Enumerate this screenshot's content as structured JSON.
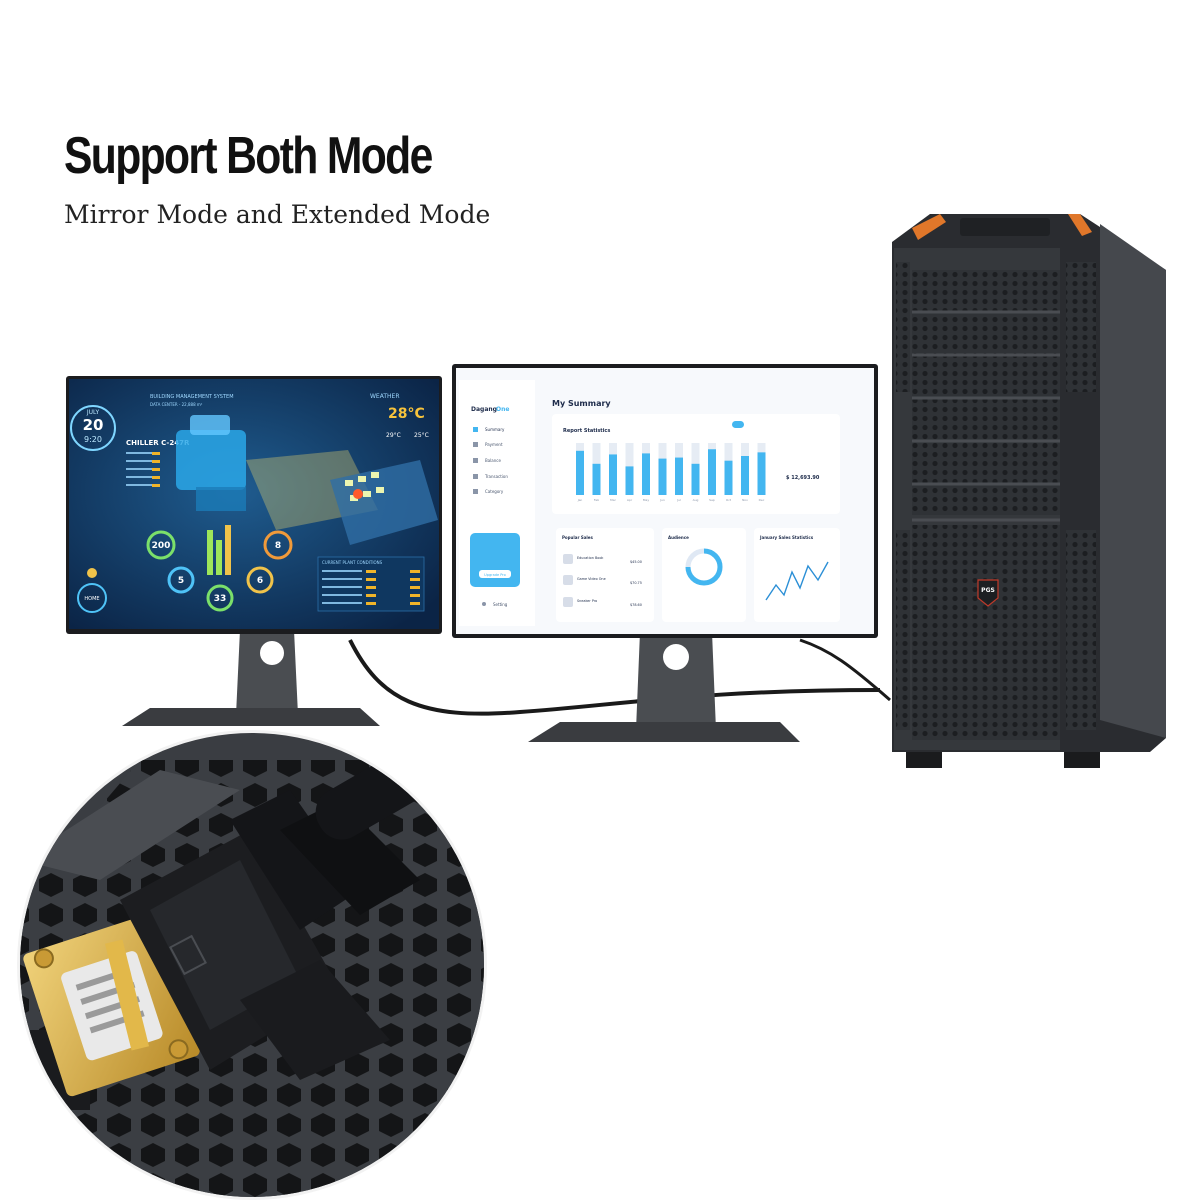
{
  "headline": "Support Both Mode",
  "subheadline": "Mirror Mode and Extended Mode",
  "left_monitor": {
    "month": "JULY",
    "day": "20",
    "time": "9:20",
    "system_title": "BUILDING MANAGEMENT SYSTEM",
    "system_sub": "DATA CENTER - 22,888 m²",
    "chiller": "CHILLER C-247R",
    "weather_label": "WEATHER",
    "temperature": "28°C",
    "temp_low": "29°C",
    "temp_high": "25°C",
    "plant_label": "CURRENT PLANT CONDITIONS",
    "gauge_values": [
      "200",
      "8",
      "5",
      "33",
      "6"
    ],
    "home_label": "HOME"
  },
  "right_monitor": {
    "brand": "Dagang",
    "brand_accent": "One",
    "page_title": "My Summary",
    "nav": [
      "Summary",
      "Payment",
      "Balance",
      "Transaction",
      "Category"
    ],
    "settings": "Setting",
    "report_title": "Report Statistics",
    "total_value": "$ 12,693.90",
    "months": [
      "Jan",
      "Feb",
      "Mar",
      "Apr",
      "May",
      "Jun",
      "Jul",
      "Aug",
      "Sep",
      "Oct",
      "Nov",
      "Dec"
    ],
    "bar_values": [
      0.85,
      0.6,
      0.78,
      0.55,
      0.8,
      0.7,
      0.72,
      0.6,
      0.88,
      0.66,
      0.75,
      0.82
    ],
    "cards": [
      "Popular Sales",
      "Audience",
      "January Sales Statistics"
    ],
    "sales_items": [
      "Education Book",
      "Game Video One",
      "Sneaker Pro"
    ],
    "sales_prices": [
      "$45.00",
      "$70.75",
      "$78.60"
    ],
    "promo_button": "Upgrade Pro"
  },
  "tower": {
    "badge": "PGS"
  },
  "colors": {
    "accent_blue": "#43b6f0",
    "case_dark": "#3a3d42",
    "gold": "#d9b24a",
    "orange_trim": "#e0772a"
  }
}
